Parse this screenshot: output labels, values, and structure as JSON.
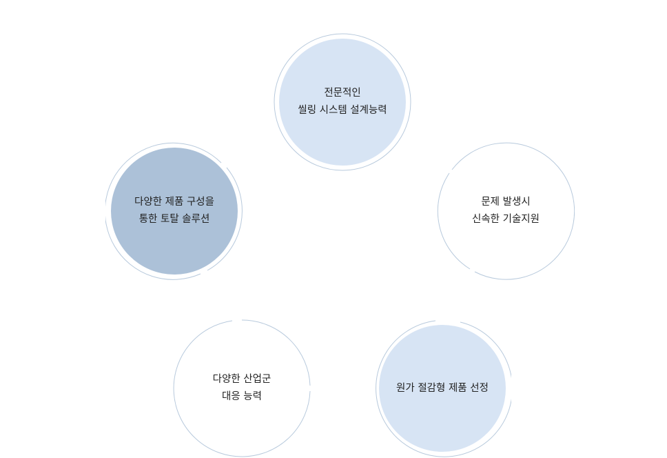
{
  "colors": {
    "ring": "#b7c9dc",
    "light_fill": "#d7e4f4",
    "dark_fill": "#acc1d8",
    "text": "#222222"
  },
  "items": [
    {
      "line1": "전문적인",
      "line2": "씰링 시스템 설계능력"
    },
    {
      "line1": "문제 발생시",
      "line2": "신속한 기술지원"
    },
    {
      "line1": "원가 절감형 제품 선정",
      "line2": ""
    },
    {
      "line1": "다양한 산업군",
      "line2": "대응 능력"
    },
    {
      "line1": "다양한 제품 구성을",
      "line2": "통한 토탈 솔루션"
    }
  ]
}
